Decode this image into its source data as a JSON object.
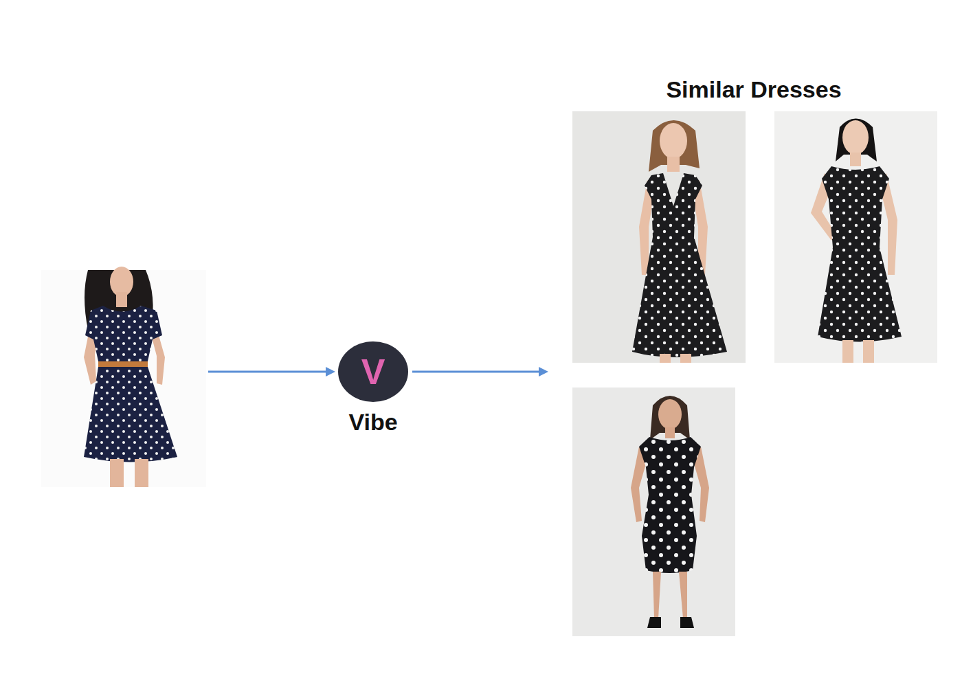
{
  "diagram": {
    "nodes": [
      {
        "text": [
          "V",
          "Vibe"
        ]
      },
      {
        "text": [
          "Similar Dresses"
        ]
      }
    ],
    "edges": [
      {
        "from": 0,
        "to": 1,
        "arrow": "to"
      }
    ]
  }
}
